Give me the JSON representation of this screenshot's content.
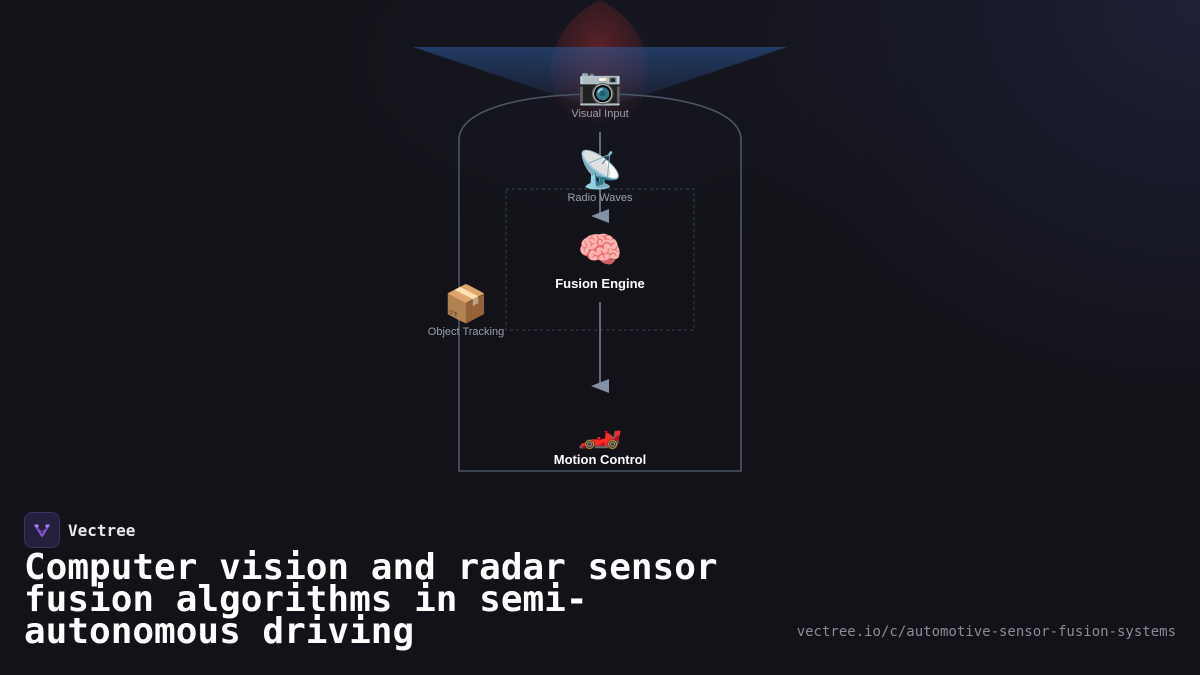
{
  "brand": {
    "name": "Vectree",
    "logo_icon": "sparkle-v-icon",
    "accent": "#8e5bd6"
  },
  "headline": "Computer vision and radar sensor fusion algorithms in semi-autonomous driving",
  "url": "vectree.io/c/automotive-sensor-fusion-systems",
  "diagram": {
    "nodes": [
      {
        "id": "visual-input",
        "icon": "📷",
        "icon_name": "camera-icon",
        "label": "Visual Input"
      },
      {
        "id": "radio-waves",
        "icon": "📡",
        "icon_name": "satellite-dish-icon",
        "label": "Radio Waves"
      },
      {
        "id": "fusion-engine",
        "icon": "🧠",
        "icon_name": "brain-icon",
        "label": "Fusion Engine"
      },
      {
        "id": "object-tracking",
        "icon": "📦",
        "icon_name": "package-icon",
        "label": "Object Tracking"
      },
      {
        "id": "motion-control",
        "icon": "🏎️",
        "icon_name": "race-car-icon",
        "label": "Motion Control"
      }
    ],
    "colors": {
      "outline": "#4a5566",
      "arrow": "#8390a6",
      "beam_blue": "#2e5a9e",
      "beam_red": "#8a2a2a"
    }
  }
}
